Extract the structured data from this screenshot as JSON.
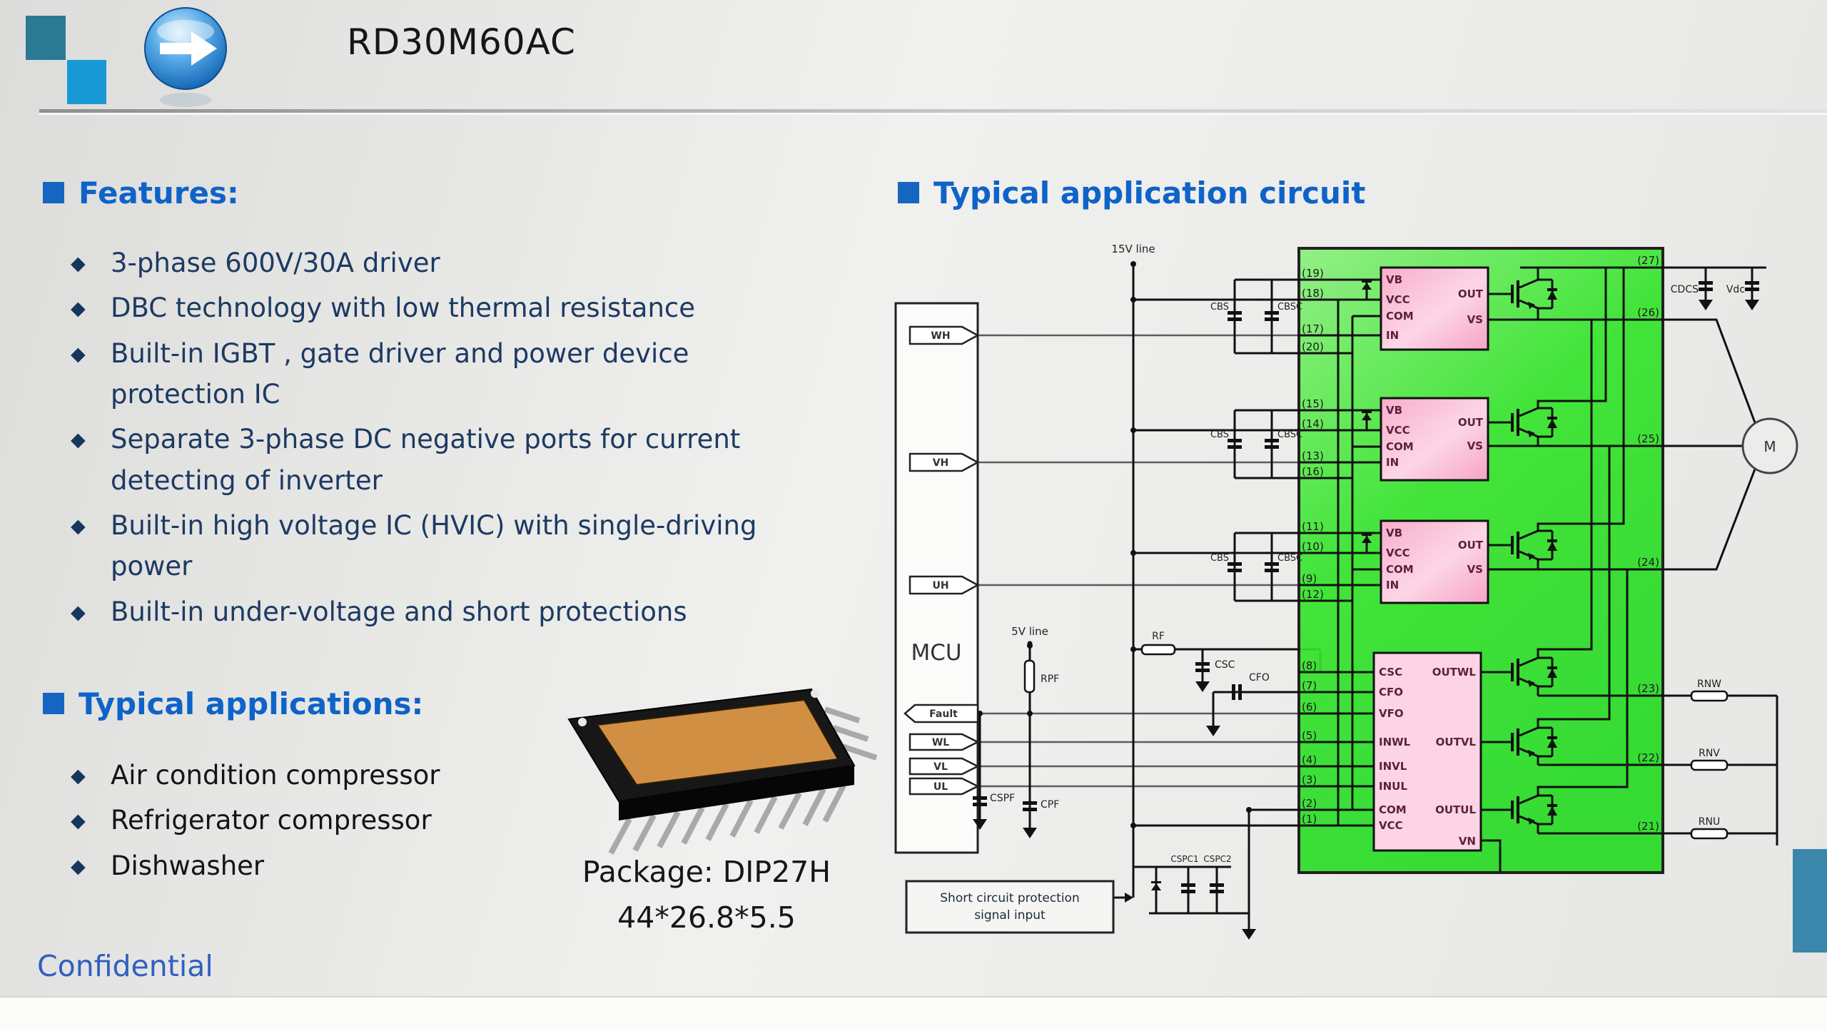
{
  "header": {
    "title": "RD30M60AC"
  },
  "features": {
    "heading": "Features:",
    "items": [
      "3-phase 600V/30A driver",
      "DBC technology with low thermal resistance",
      "Built-in IGBT , gate driver and power device protection IC",
      "Separate 3-phase DC negative ports for current detecting of inverter",
      "Built-in high voltage IC (HVIC) with single-driving power",
      "Built-in under-voltage and short protections"
    ]
  },
  "applications": {
    "heading": "Typical applications:",
    "items": [
      "Air condition compressor",
      "Refrigerator compressor",
      "Dishwasher"
    ]
  },
  "package_info": {
    "line1": "Package: DIP27H",
    "line2": "44*26.8*5.5"
  },
  "confidential": "Confidential",
  "circuit": {
    "heading": "Typical application circuit",
    "labels": {
      "v15": "15V line",
      "v5": "5V line",
      "mcu": "MCU",
      "rpf": "RPF",
      "rf": "RF",
      "csc": "CSC",
      "cfo": "CFO",
      "cspf": "CSPF",
      "cpf": "CPF",
      "cbs": "CBS",
      "cbsc": "CBSC",
      "cdcs": "CDCS",
      "vdc": "Vdc",
      "motor": "M",
      "rnw": "RNW",
      "rnv": "RNV",
      "rnu": "RNU",
      "cspc1": "CSPC1",
      "cspc2": "CSPC2",
      "sc_line1": "Short circuit protection",
      "sc_line2": "signal input",
      "vn": "VN"
    },
    "mcu_tags": {
      "wh": "WH",
      "vh": "VH",
      "uh": "UH",
      "fault": "Fault",
      "wl": "WL",
      "vl": "VL",
      "ul": "UL"
    },
    "hvic": {
      "left": [
        "VB",
        "VCC",
        "COM",
        "IN"
      ],
      "right": [
        "OUT",
        "VS"
      ]
    },
    "lvic": {
      "left": [
        "CSC",
        "CFO",
        "VFO",
        "INWL",
        "INVL",
        "INUL",
        "COM",
        "VCC"
      ],
      "right": [
        "OUTWL",
        "OUTVL",
        "OUTUL"
      ]
    },
    "pins": {
      "b1": [
        "(19)",
        "(18)",
        "(17)",
        "(20)"
      ],
      "b2": [
        "(15)",
        "(14)",
        "(13)",
        "(16)"
      ],
      "b3": [
        "(11)",
        "(10)",
        "(9)",
        "(12)"
      ],
      "lvic": [
        "(8)",
        "(7)",
        "(6)",
        "(5)",
        "(4)",
        "(3)",
        "(2)",
        "(1)"
      ],
      "right": [
        "(27)",
        "(26)",
        "(25)",
        "(24)",
        "(23)",
        "(22)",
        "(21)"
      ]
    }
  }
}
